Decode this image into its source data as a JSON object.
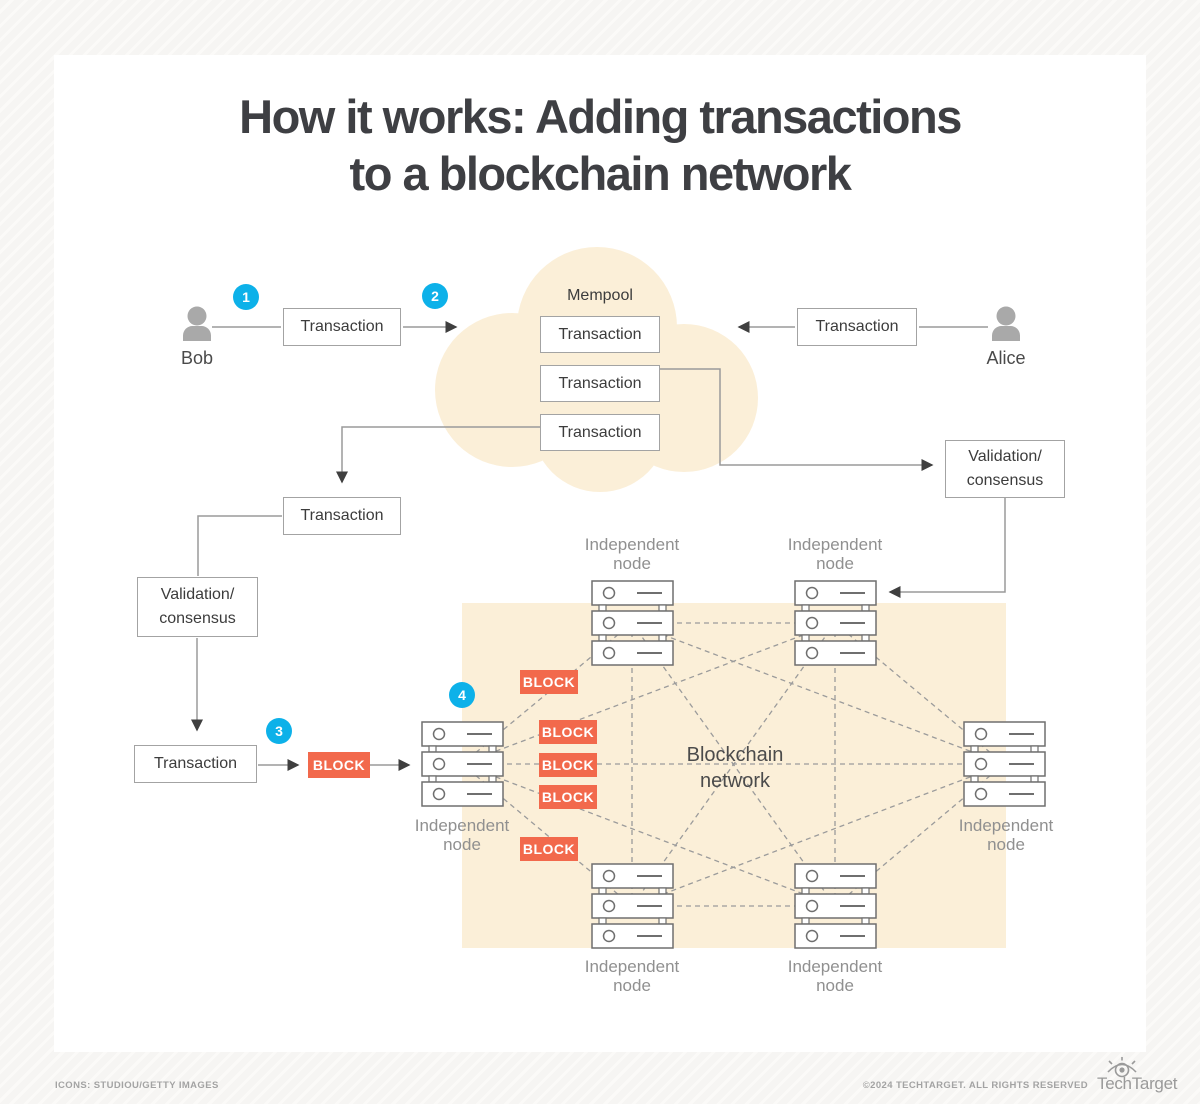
{
  "title": {
    "line1": "How it works: Adding transactions",
    "line2": "to a blockchain network"
  },
  "labels": {
    "transaction": "Transaction",
    "mempool": "Mempool",
    "validation_line1": "Validation/",
    "validation_line2": "consensus",
    "block": "BLOCK",
    "blockchain_line1": "Blockchain",
    "blockchain_line2": "network",
    "node_line1": "Independent",
    "node_line2": "node"
  },
  "actors": {
    "bob": "Bob",
    "alice": "Alice"
  },
  "steps": [
    "1",
    "2",
    "3",
    "4"
  ],
  "footer": {
    "credits": "ICONS: STUDIOU/GETTY IMAGES",
    "copyright": "©2024 TECHTARGET. ALL RIGHTS RESERVED",
    "brand": "TechTarget"
  },
  "colors": {
    "accent_cyan": "#0db1e9",
    "block_orange": "#f2694c",
    "cream": "#fbefd8",
    "line_gray": "#9a9a9a"
  }
}
